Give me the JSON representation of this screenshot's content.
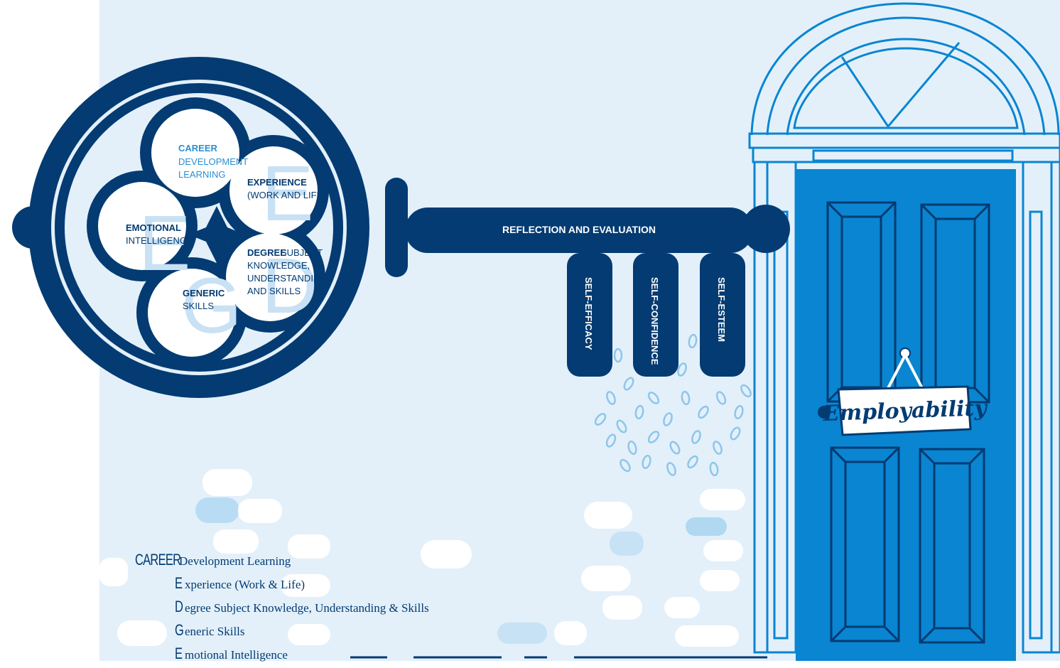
{
  "key": {
    "bow_labels": {
      "career": {
        "bold": "CAREER",
        "rest_line1": "DEVELOPMENT",
        "rest_line2": "LEARNING"
      },
      "experience": {
        "bold": "EXPERIENCE",
        "rest": "(WORK AND LIFE)"
      },
      "emotional": {
        "bold": "EMOTIONAL",
        "rest": "INTELLIGENCE"
      },
      "degree": {
        "bold": "DEGREE",
        "rest_line1": "SUBJECT",
        "rest_line2": "KNOWLEDGE,",
        "rest_line3": "UNDERSTANDING",
        "rest_line4": "AND SKILLS"
      },
      "generic": {
        "bold": "GENERIC",
        "rest": "SKILLS"
      },
      "watermark_letters": {
        "e1": "E",
        "e2": "E",
        "g": "G",
        "d": "D"
      }
    },
    "shaft_label": "REFLECTION AND EVALUATION",
    "teeth": [
      "SELF-EFFICACY",
      "SELF-CONFIDENCE",
      "SELF-ESTEEM"
    ]
  },
  "door": {
    "sign_text": "Employability"
  },
  "legend": [
    {
      "letter": "CAREER",
      "text": "Development Learning"
    },
    {
      "letter": "E",
      "text": "xperience (Work & Life)"
    },
    {
      "letter": "D",
      "text": "egree Subject Knowledge, Understanding & Skills"
    },
    {
      "letter": "G",
      "text": "eneric Skills"
    },
    {
      "letter": "E",
      "text": "motional Intelligence"
    }
  ],
  "colors": {
    "navy": "#033b72",
    "door_blue": "#0a85d1",
    "light_blue_bg": "#e3f0fa",
    "accent_blue": "#2a8fd2"
  }
}
